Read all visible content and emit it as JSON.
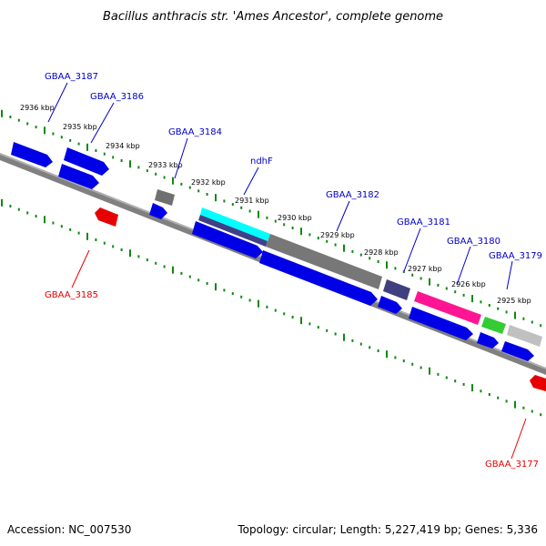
{
  "title": "Bacillus anthracis str. 'Ames Ancestor', complete genome",
  "footer": {
    "accession": "Accession: NC_007530",
    "summary": "Topology: circular; Length: 5,227,419 bp; Genes: 5,336"
  },
  "colors": {
    "forward": "#0000e6",
    "reverse": "#e60000",
    "label_forward": "#0000cc",
    "label_reverse": "#e60000",
    "backbone": "#808080",
    "tick": "#118811"
  },
  "kbp_ticks": [
    "2936 kbp",
    "2935 kbp",
    "2934 kbp",
    "2933 kbp",
    "2932 kbp",
    "2931 kbp",
    "2930 kbp",
    "2929 kbp",
    "2928 kbp",
    "2927 kbp",
    "2926 kbp",
    "2925 kbp"
  ],
  "genes": [
    {
      "label": "GBAA_3187",
      "strand": "forward"
    },
    {
      "label": "GBAA_3186",
      "strand": "forward"
    },
    {
      "label": "GBAA_3184",
      "strand": "forward"
    },
    {
      "label": "ndhF",
      "strand": "forward"
    },
    {
      "label": "GBAA_3182",
      "strand": "forward"
    },
    {
      "label": "GBAA_3181",
      "strand": "forward"
    },
    {
      "label": "GBAA_3180",
      "strand": "forward"
    },
    {
      "label": "GBAA_3179",
      "strand": "forward"
    },
    {
      "label": "GBAA_3185",
      "strand": "reverse"
    },
    {
      "label": "GBAA_3177",
      "strand": "reverse"
    }
  ],
  "feature_colors": [
    "#808080",
    "#00ffff",
    "#404080",
    "#ff1493",
    "#33cc33",
    "#b0b0b0"
  ]
}
